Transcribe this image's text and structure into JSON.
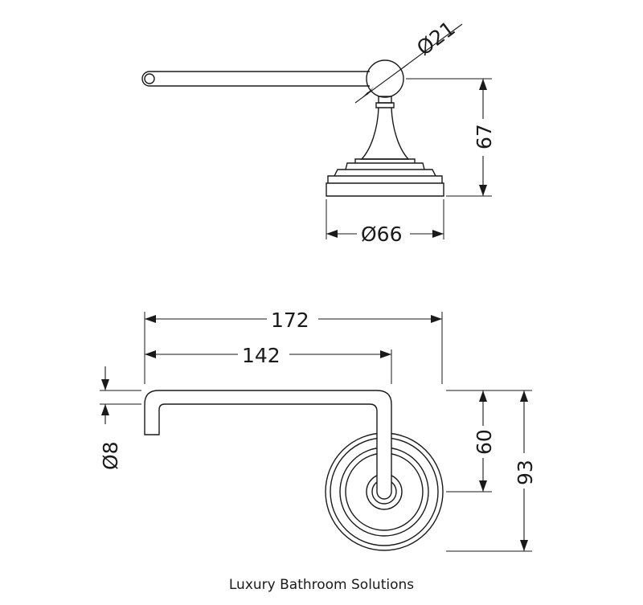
{
  "dimensions": {
    "ball_diameter": "Ø21",
    "height": "67",
    "base_diameter": "Ø66",
    "overall_width": "172",
    "arm_length": "142",
    "rod_diameter": "Ø8",
    "arm_height": "60",
    "overall_height": "93"
  },
  "caption": "Luxury Bathroom Solutions"
}
